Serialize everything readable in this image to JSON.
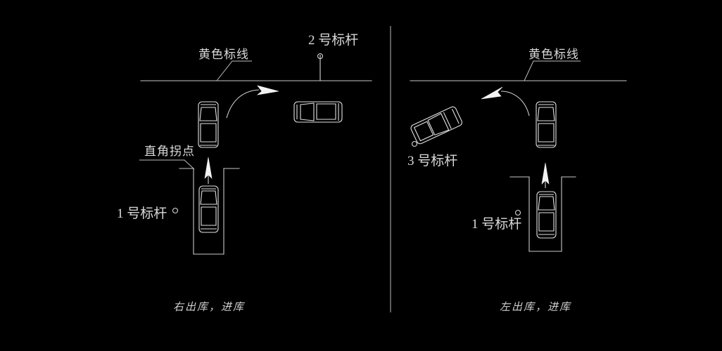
{
  "diagram": {
    "background_color": "#000000",
    "line_color": "#c8c8c8",
    "title_hidden": "",
    "divider": {
      "name": "panel-divider"
    }
  },
  "left_panel": {
    "caption": "右出库，进库",
    "labels": {
      "yellow_line": "黄色标线",
      "pole_2": "2 号标杆",
      "corner_point": "直角拐点",
      "pole_1": "1 号标杆"
    },
    "elements": {
      "yellow_line_name": "yellow-marking-line",
      "parking_bay_name": "parking-bay",
      "car_in_bay": "car-in-bay",
      "car_exiting": "car-exiting-bay",
      "car_on_road": "car-on-road",
      "straight_arrow": "straight-arrow-up",
      "curve_arrow": "curved-arrow-right",
      "pole_2_marker": "pole-2-marker",
      "pole_1_marker": "pole-1-marker"
    }
  },
  "right_panel": {
    "caption": "左出库，进库",
    "labels": {
      "yellow_line": "黄色标线",
      "pole_3": "3 号标杆",
      "pole_1": "1 号标杆"
    },
    "elements": {
      "yellow_line_name": "yellow-marking-line",
      "parking_bay_name": "parking-bay",
      "car_in_bay": "car-in-bay",
      "car_exiting": "car-exiting-bay",
      "car_tilted": "car-tilted-on-road",
      "straight_arrow": "straight-arrow-up",
      "curve_arrow": "curved-arrow-left",
      "pole_3_marker": "pole-3-marker",
      "pole_1_marker": "pole-1-marker"
    }
  }
}
